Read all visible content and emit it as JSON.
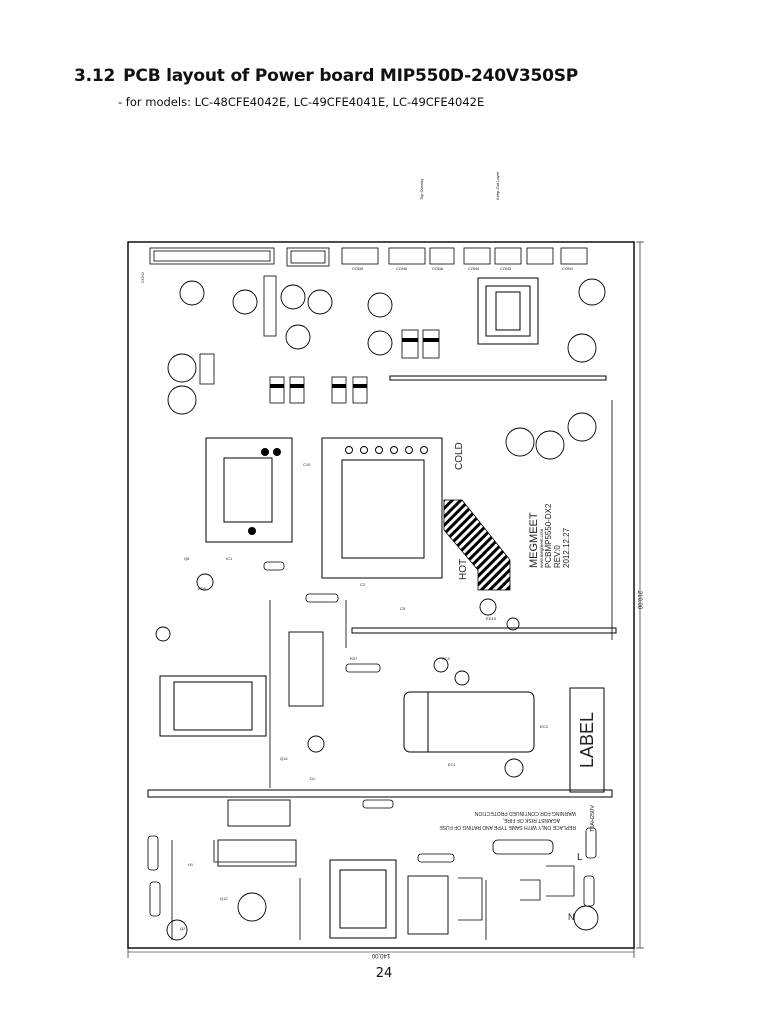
{
  "section": {
    "number": "3.12",
    "title": "PCB layout of Power board MIP550D-240V350SP",
    "subtitle": "- for models: LC-48CFE4042E, LC-49CFE4041E, LC-49CFE4042E"
  },
  "layers": {
    "top_overlay": "Top Overlay",
    "keep_out": "Keep-Out Layer"
  },
  "board": {
    "brand": "MEGMEET",
    "url": "www.megmeet.com",
    "part": "PCBMP5550-DX2",
    "rev": "REV:0",
    "date": "2012.12.27",
    "label_box": "LABEL",
    "hot": "HOT",
    "cold": "COLD",
    "width_dim": "140.00",
    "height_dim": "210.00",
    "fuse_rating": "T5AH250V",
    "warning_line1": "WARNING FOR CONTINUED PROTECTION",
    "warning_line2": "AGAINST RISK OF FIRE,",
    "warning_line3": "REPLACE ONLY WITH SAME TYPE AND RATING OF FUSE",
    "connectors": [
      "CON2",
      "CON9",
      "CON5",
      "CON6",
      "CON4",
      "CON3",
      "CON1"
    ],
    "live": "L",
    "neutral": "N"
  },
  "page_number": "24"
}
